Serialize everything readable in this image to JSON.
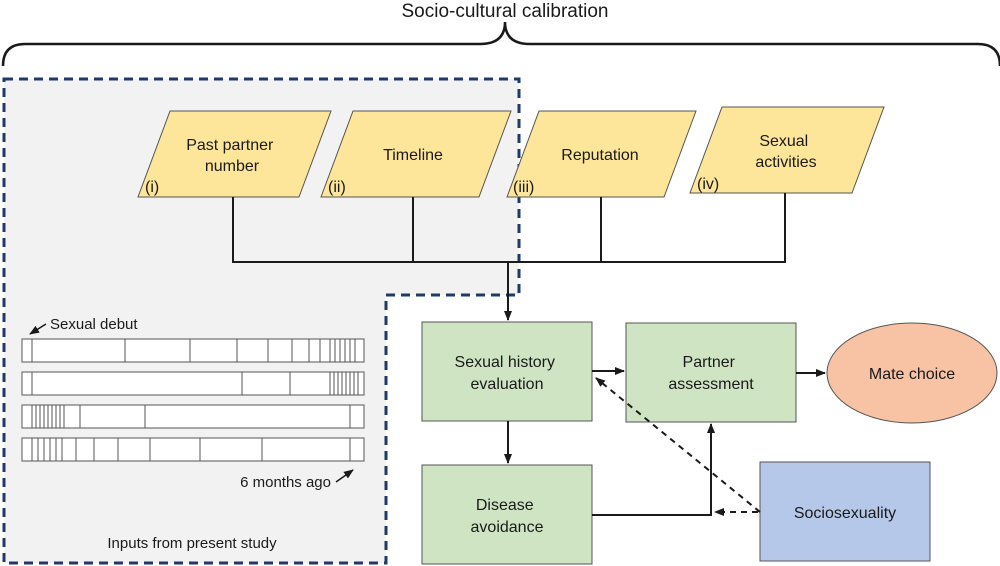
{
  "title": "Socio-cultural calibration",
  "inputs": [
    {
      "roman": "(i)",
      "lines": [
        "Past partner",
        "number"
      ]
    },
    {
      "roman": "(ii)",
      "lines": [
        "Timeline"
      ]
    },
    {
      "roman": "(iii)",
      "lines": [
        "Reputation"
      ]
    },
    {
      "roman": "(iv)",
      "lines": [
        "Sexual",
        "activities"
      ]
    }
  ],
  "nodes": {
    "sexual_history": [
      "Sexual history",
      "evaluation"
    ],
    "partner_assessment": [
      "Partner",
      "assessment"
    ],
    "mate_choice": [
      "Mate choice"
    ],
    "disease_avoidance": [
      "Disease",
      "avoidance"
    ],
    "sociosexuality": [
      "Sociosexuality"
    ]
  },
  "timeline": {
    "start_label": "Sexual debut",
    "end_label": "6 months ago",
    "caption": "Inputs from present study"
  },
  "colors": {
    "input_fill": "#fde599",
    "green_fill": "#cfe4c3",
    "orange_fill": "#f7c3a4",
    "blue_fill": "#b6c8e9",
    "dashed_border": "#1f3a68",
    "panel_fill": "#f2f2f2"
  }
}
